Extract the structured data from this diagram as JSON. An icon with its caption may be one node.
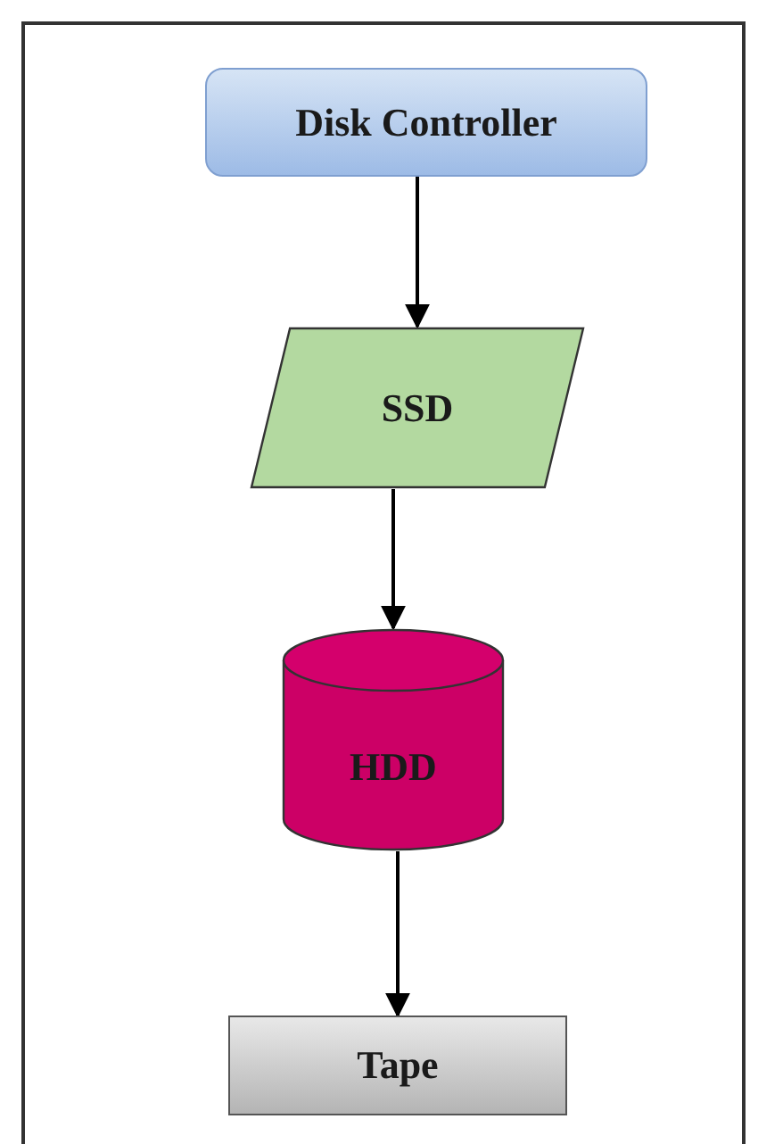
{
  "diagram": {
    "nodes": [
      {
        "text": [
          "Disk Controller"
        ]
      },
      {
        "text": [
          "SSD"
        ]
      },
      {
        "text": [
          "HDD"
        ]
      },
      {
        "text": [
          "Tape"
        ]
      }
    ],
    "edges": [
      {
        "from": 0,
        "to": 1,
        "arrow": "to"
      },
      {
        "from": 1,
        "to": 2,
        "arrow": "to"
      },
      {
        "from": 2,
        "to": 3,
        "arrow": "to"
      }
    ]
  }
}
